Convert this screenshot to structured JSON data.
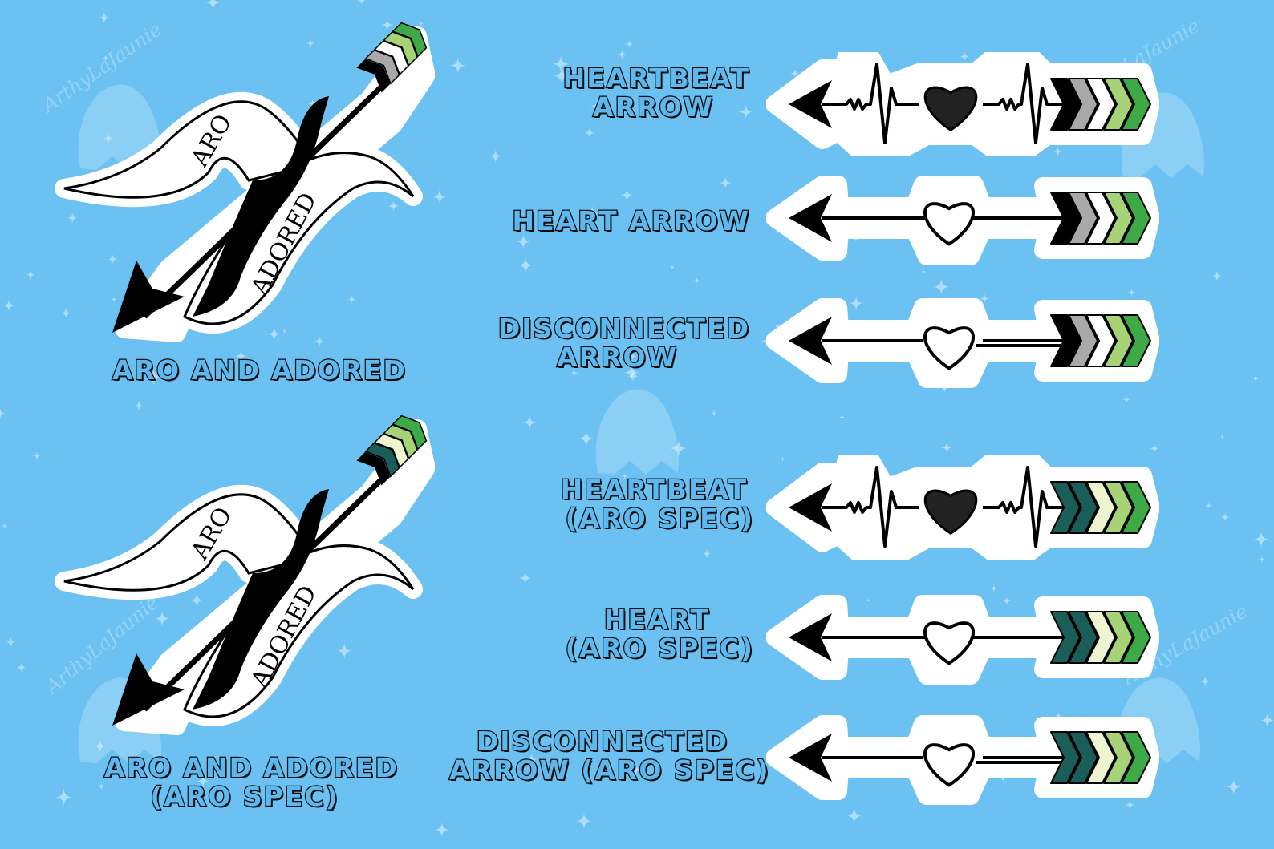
{
  "watermark": "ArthyLaJaunie",
  "colors": {
    "background": "#6bc2f2",
    "aro_dark_green": "#3daa47",
    "aro_light_green": "#a7d378",
    "aro_gray": "#a9a9a9",
    "arospec_teal": "#1b5d58",
    "arospec_cream": "#eef4cf"
  },
  "stickers": {
    "bow_aro": {
      "label_lines": [
        "ARO AND ADORED"
      ],
      "ribbon_top": "ARO",
      "ribbon_bottom": "ADORED",
      "fletching": "aro-flag"
    },
    "bow_arospec": {
      "label_lines": [
        "ARO AND ADORED",
        "(ARO SPEC)"
      ],
      "ribbon_top": "ARO",
      "ribbon_bottom": "ADORED",
      "fletching": "arospec-flag"
    },
    "heartbeat_aro": {
      "label_lines": [
        "HEARTBEAT",
        "ARROW"
      ],
      "icon": "heartbeat-heart-icon"
    },
    "heart_aro": {
      "label_lines": [
        "HEART ARROW"
      ],
      "icon": "outline-heart-icon"
    },
    "disconnected_aro": {
      "label_lines": [
        "DISCONNECTED",
        "ARROW"
      ],
      "icon": "broken-heart-icon"
    },
    "heartbeat_arospec": {
      "label_lines": [
        "HEARTBEAT",
        "(ARO SPEC)"
      ],
      "icon": "heartbeat-heart-icon"
    },
    "heart_arospec": {
      "label_lines": [
        "HEART",
        "(ARO SPEC)"
      ],
      "icon": "outline-heart-icon"
    },
    "disconnected_arospec": {
      "label_lines": [
        "DISCONNECTED",
        "ARROW (ARO SPEC)"
      ],
      "icon": "broken-heart-icon"
    }
  }
}
